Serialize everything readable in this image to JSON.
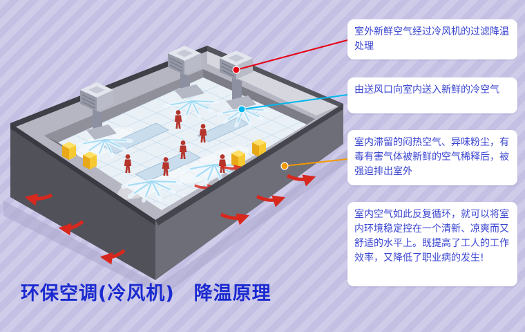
{
  "title": "环保空调(冷风机)　降温原理",
  "callouts": [
    {
      "text": "室外新鲜空气经过冷风机的过滤降温处理",
      "color": "#e60012"
    },
    {
      "text": "由送风口向室内送入新鲜的冷空气",
      "color": "#00b7ee"
    },
    {
      "text": "室内滞留的闷热空气、异味粉尘，有毒有害气体被新鲜的空气稀释后，被强迫排出室外",
      "color": "#f39800"
    },
    {
      "text": "室内空气如此反复循环，就可以将室内环境稳定控在一个清新、凉爽而又舒适的水平上。既提高了工人的工作效率，又降低了职业病的发生!",
      "color": null
    }
  ],
  "palette": {
    "background_stripe_light": "#cfccea",
    "background_stripe_dark": "#c4c0e3",
    "callout_background": "#ffffff",
    "callout_text_blue": "#3a45d0",
    "title_blue": "#1b2ad0",
    "hot_air_red": "#d8281e",
    "cool_air_blue": "#9bd9f4"
  }
}
